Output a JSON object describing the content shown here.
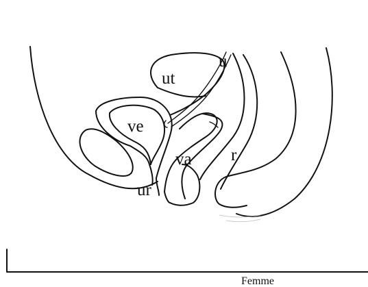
{
  "labels": {
    "uterus": "ut",
    "ureter": "u",
    "bladder": "ve",
    "vagina": "va",
    "rectum": "r",
    "urethra": "ur"
  },
  "caption": "Femme",
  "stroke_color": "#111111",
  "background": "#ffffff"
}
